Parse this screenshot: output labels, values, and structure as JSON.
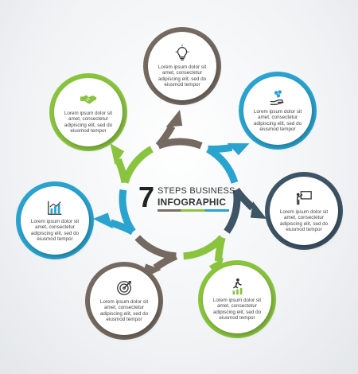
{
  "center": {
    "number": "7",
    "line1": "STEPS BUSINESS",
    "line2": "INFOGRAPHIC"
  },
  "colors": {
    "brown": "#746a62",
    "green": "#8ac43f",
    "blue": "#2aa3cf",
    "slate": "#3e5566"
  },
  "nodes": [
    {
      "icon": "lightbulb-icon",
      "color": "brown",
      "text": "Lorem ipsum dolor sit amet, consectetur adipiscing elit, sed do eiusmod tempor"
    },
    {
      "icon": "hand-coins-icon",
      "color": "blue",
      "text": "Lorem ipsum dolor sit amet, consectetur adipiscing elit, sed do eiusmod tempor"
    },
    {
      "icon": "presentation-icon",
      "color": "slate",
      "text": "Lorem ipsum dolor sit amet, consectetur adipiscing elit, sed do eiusmod tempor"
    },
    {
      "icon": "runner-chart-icon",
      "color": "green",
      "text": "Lorem ipsum dolor sit amet, consectetur adipiscing elit, sed do eiusmod tempor"
    },
    {
      "icon": "target-icon",
      "color": "brown",
      "text": "Lorem ipsum dolor sit amet, consectetur adipiscing elit, sed do eiusmod tempor"
    },
    {
      "icon": "bar-chart-icon",
      "color": "blue",
      "text": "Lorem ipsum dolor sit amet, consectetur adipiscing elit, sed do eiusmod tempor"
    },
    {
      "icon": "handshake-icon",
      "color": "green",
      "text": "Lorem ipsum dolor sit amet, consectetur adipiscing elit, sed do eiusmod tempor"
    }
  ]
}
